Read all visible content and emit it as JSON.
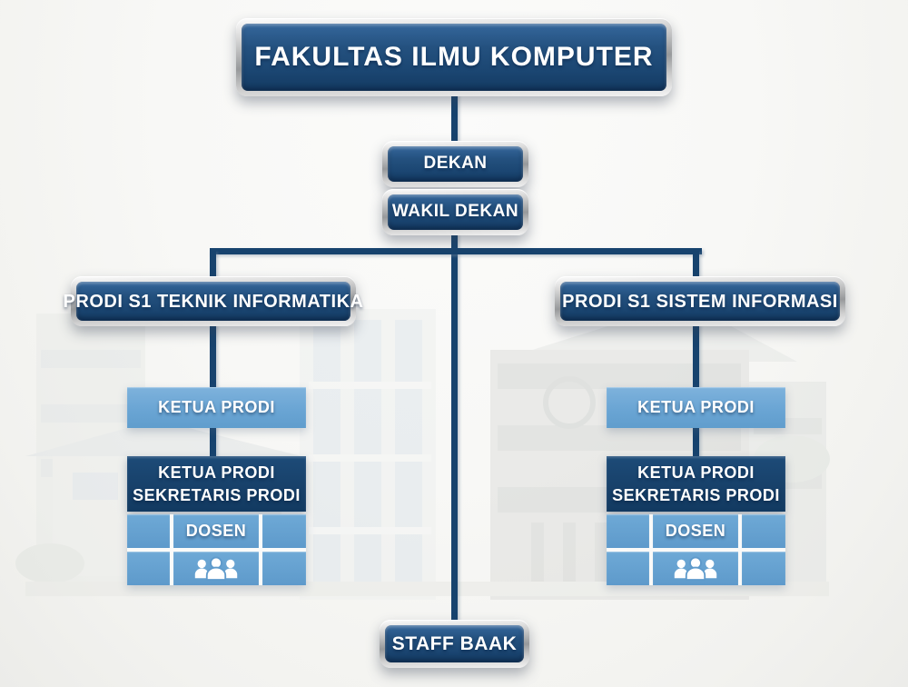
{
  "org": {
    "root_label": "FAKULTAS ILMU KOMPUTER",
    "dekan_label": "DEKAN",
    "wakil_dekan_label": "WAKIL DEKAN",
    "branches": [
      {
        "prodi_label": "PRODI S1 TEKNIK INFORMATIKA",
        "ketua_label": "KETUA PRODI",
        "kaprodi_sekretaris_lines": [
          "KETUA PRODI",
          "SEKRETARIS PRODI"
        ],
        "dosen_label": "DOSEN",
        "members_icon": "people-icon"
      },
      {
        "prodi_label": "PRODI S1 SISTEM INFORMASI",
        "ketua_label": "KETUA PRODI",
        "kaprodi_sekretaris_lines": [
          "KETUA PRODI",
          "SEKRETARIS PRODI"
        ],
        "dosen_label": "DOSEN",
        "members_icon": "people-icon"
      }
    ],
    "staff_label": "STAFF BAAK"
  },
  "colors": {
    "navy_framed_box": "#1d4e7e",
    "navy_flat_box": "#17406a",
    "light_blue_box": "#6aa5d4",
    "grid_cell_blue": "#5e9acb",
    "connector_line": "#17436e",
    "frame_silver": "#c7c7c7",
    "text": "#ffffff",
    "background": "#f7f7f5"
  }
}
